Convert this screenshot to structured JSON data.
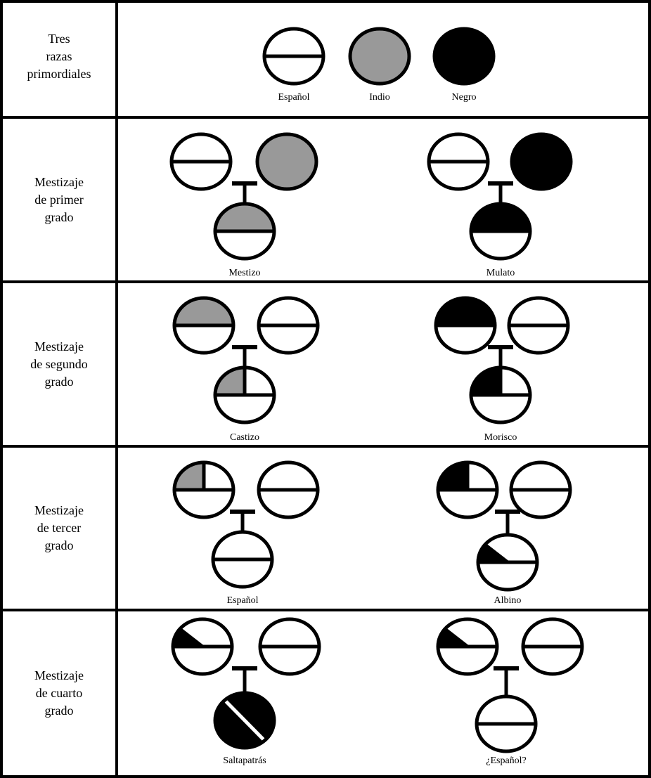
{
  "colors": {
    "line": "#000000",
    "indio": "#999999",
    "negro": "#000000",
    "espanol": "#ffffff"
  },
  "rows": [
    {
      "header": [
        "Tres",
        "razas",
        "primordiales"
      ],
      "symbols": [
        {
          "kind": "espanol",
          "label": "Español"
        },
        {
          "kind": "indio",
          "label": "Indio"
        },
        {
          "kind": "negro",
          "label": "Negro"
        }
      ]
    },
    {
      "header": [
        "Mestizaje",
        "de primer",
        "grado"
      ],
      "crosses": [
        {
          "parents": [
            "espanol",
            "indio"
          ],
          "child": "half-indio",
          "label": "Mestizo"
        },
        {
          "parents": [
            "espanol",
            "negro"
          ],
          "child": "half-negro",
          "label": "Mulato"
        }
      ]
    },
    {
      "header": [
        "Mestizaje",
        "de segundo",
        "grado"
      ],
      "crosses": [
        {
          "parents": [
            "half-indio",
            "espanol"
          ],
          "child": "quarter-indio",
          "label": "Castizo"
        },
        {
          "parents": [
            "half-negro",
            "espanol"
          ],
          "child": "quarter-negro",
          "label": "Morisco"
        }
      ]
    },
    {
      "header": [
        "Mestizaje",
        "de tercer",
        "grado"
      ],
      "crosses": [
        {
          "parents": [
            "quarter-indio",
            "espanol"
          ],
          "child": "espanol",
          "label": "Español"
        },
        {
          "parents": [
            "quarter-negro",
            "espanol"
          ],
          "child": "eighth-negro",
          "label": "Albino"
        }
      ]
    },
    {
      "header": [
        "Mestizaje",
        "de cuarto",
        "grado"
      ],
      "crosses": [
        {
          "parents": [
            "eighth-negro",
            "espanol"
          ],
          "child": "saltapatras",
          "label": "Saltapatrás"
        },
        {
          "parents": [
            "eighth-negro",
            "espanol"
          ],
          "child": "espanol",
          "label": "¿Español?"
        }
      ]
    }
  ]
}
